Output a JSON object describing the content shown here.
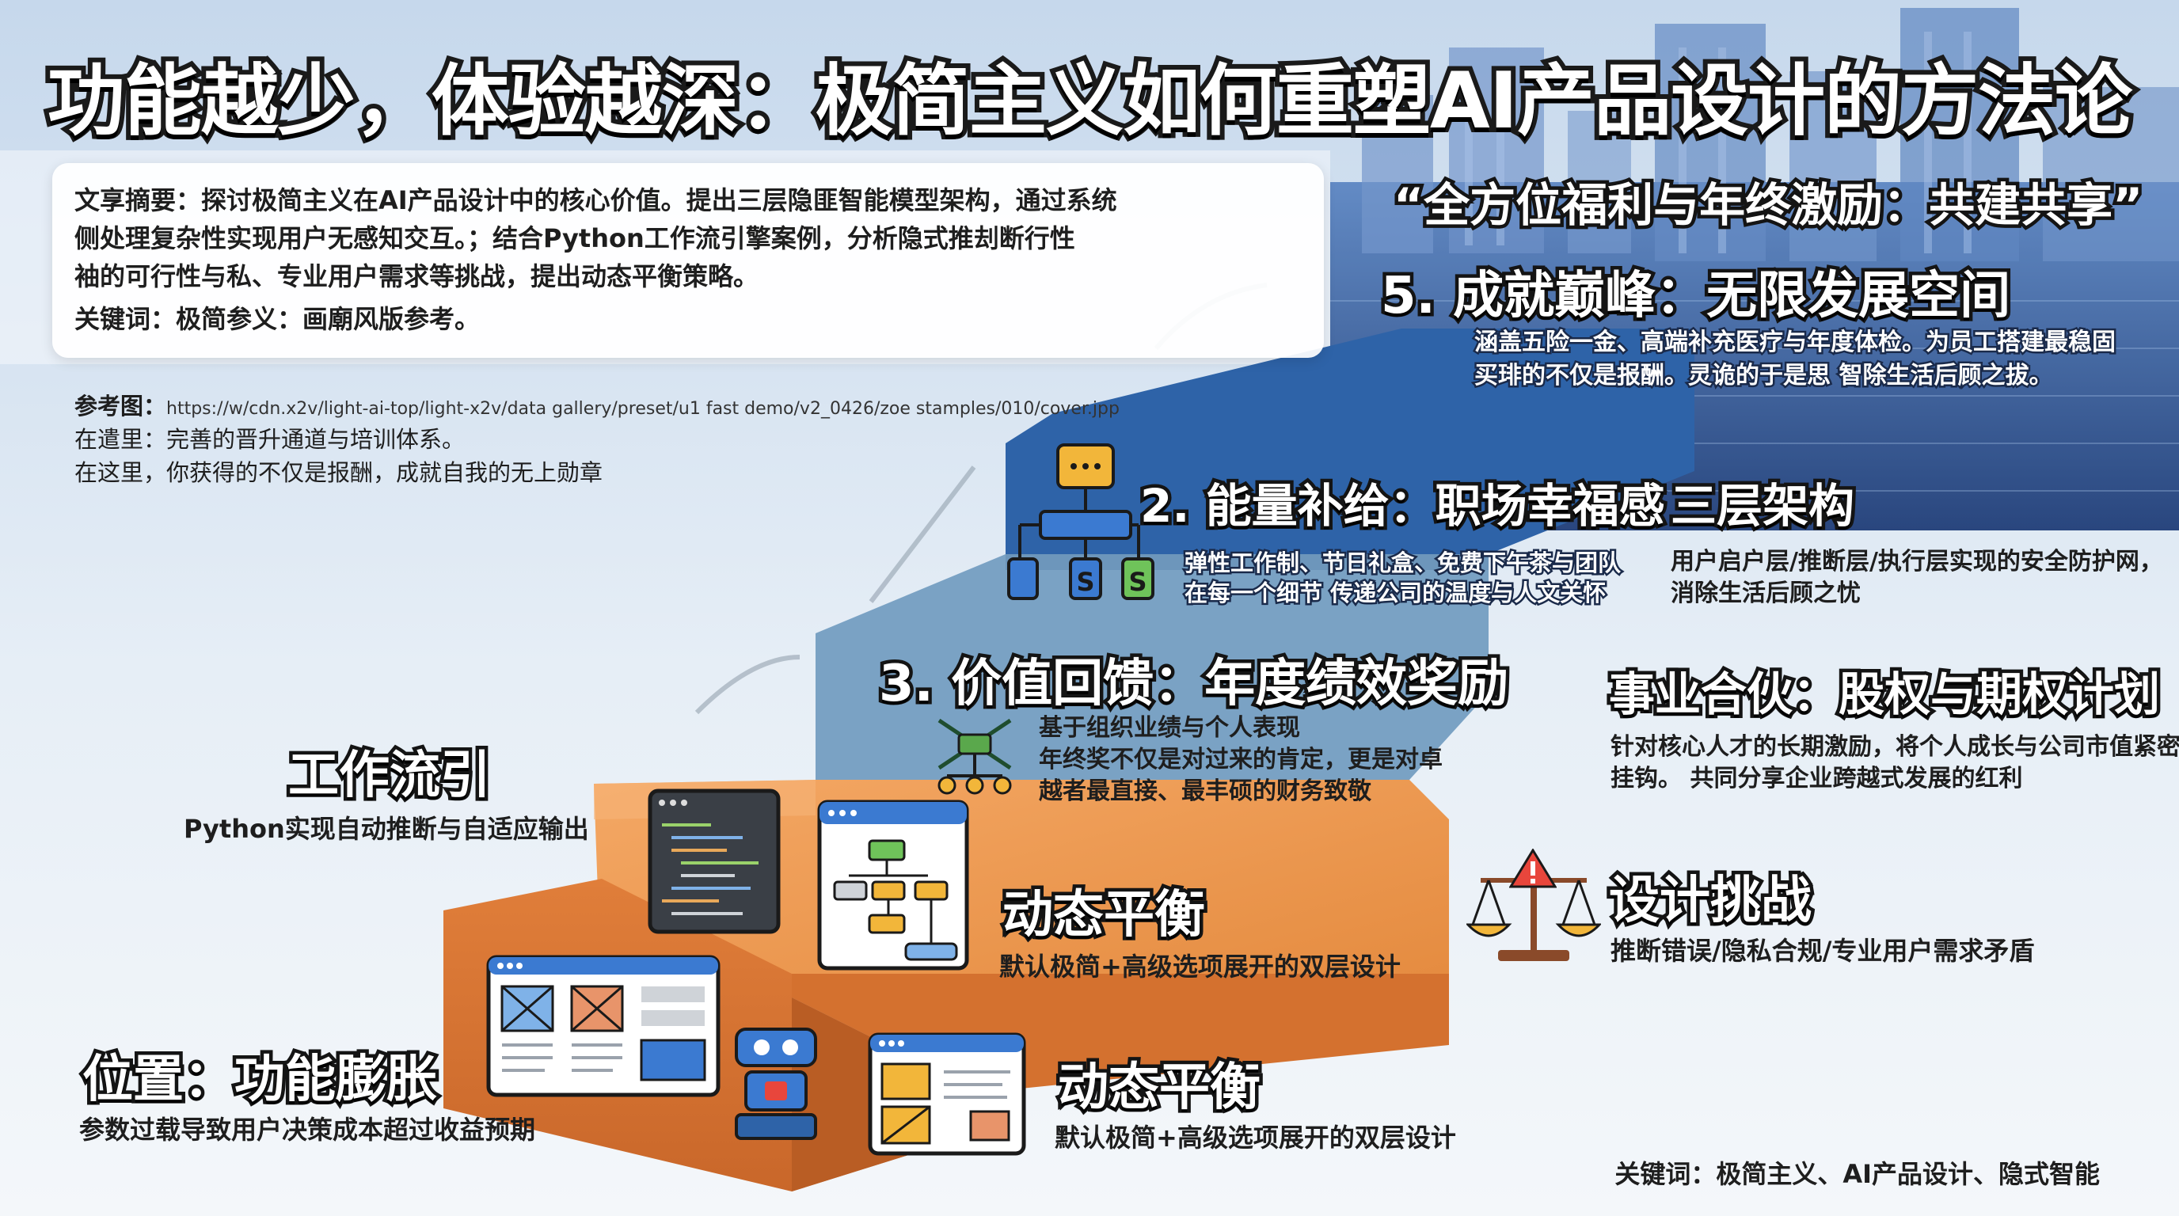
{
  "title": "功能越少，体验越深：极简主义如何重塑AI产品设计的方法论",
  "summary": {
    "lines": [
      "文享摘要：探讨极简主义在AI产品设计中的核心价值。提出三层隐匪智能模型架构，通过系统",
      "侧处理复杂性实现用户无感知交互。；结合Python工作流引擎案例，分析隐式推刦断行性",
      "袖的可行性与私、专业用户需求等挑战，提出动态平衡策略。",
      "关键词：极简参义：画廟风版参考。"
    ]
  },
  "reference": {
    "label": "参考图：",
    "url": "https://w/cdn.x2v/light-ai-top/light-x2v/data gallery/preset/u1 fast demo/v2_0426/zoe stamples/010/cover.jpp",
    "line2": "在遣里：完善的晋升通道与培训体系。",
    "line3": "在这里，你获得的不仅是报酬，成就自我的无上勋章"
  },
  "quote": "“全方位福利与年终激励：共建共享”",
  "step5": {
    "title": "5. 成就巅峰：无限发展空间",
    "lines": [
      "涵盖五险一金、高端补充医疗与年度体检。为员工搭建最稳固",
      "买琲的不仅是报酬。灵诡的于是思 智除生活后顾之拔。"
    ]
  },
  "step2": {
    "title": "2. 能量补给：职场幸福感",
    "lines": [
      "弹性工作制、节日礼盒、免费下午茶与团队",
      "在每一个细节 传递公司的温度与人文关怀"
    ]
  },
  "layers": {
    "title": "三层架构",
    "lines": [
      "用户启户层/推断层/执行层实现的安全防护网，",
      "消除生活后顾之忧"
    ]
  },
  "step3": {
    "title": "3. 价值回馈：年度绩效奖励",
    "lines": [
      "基于组织业绩与个人表现",
      "年终奖不仅是对过来的肯定，更是对卓",
      "越者最直接、最丰硕的财务致敬"
    ]
  },
  "partner": {
    "title": "事业合伙：股权与期权计划",
    "lines": [
      "针对核心人才的长期激励，将个人成长与公司市值紧密",
      "挂钩。 共同分享企业跨越式发展的红利"
    ]
  },
  "workflow": {
    "title": "工作流引",
    "subtitle": "Python实现自动推断与自适应输出"
  },
  "dynamic1": {
    "title": "动态平衡",
    "subtitle": "默认极简+高级选项展开的双层设计"
  },
  "challenge": {
    "title": "设计挑战",
    "subtitle": "推断错误/隐私合规/专业用户需求矛盾"
  },
  "position": {
    "title": "位置：功能膨胀",
    "subtitle": "参数过载导致用户决策成本超过收益预期"
  },
  "dynamic2": {
    "title": "动态平衡",
    "subtitle": "默认极简+高级选项展开的双层设计"
  },
  "keywords": "关键词：极简主义、AI产品设计、隐式智能",
  "icons": [
    "org-chart-icon",
    "circuit-network-icon",
    "code-window-icon",
    "flowchart-window-icon",
    "balance-scale-icon",
    "warning-icon",
    "wireframe-window-icon",
    "robot-icon",
    "layout-window-icon"
  ],
  "colors": {
    "orange_dark": "#d8742e",
    "orange_light": "#f2a05a",
    "blue_mid": "#7aa2c4",
    "blue_dark": "#2e63a8",
    "navy": "#1d3f7a"
  }
}
